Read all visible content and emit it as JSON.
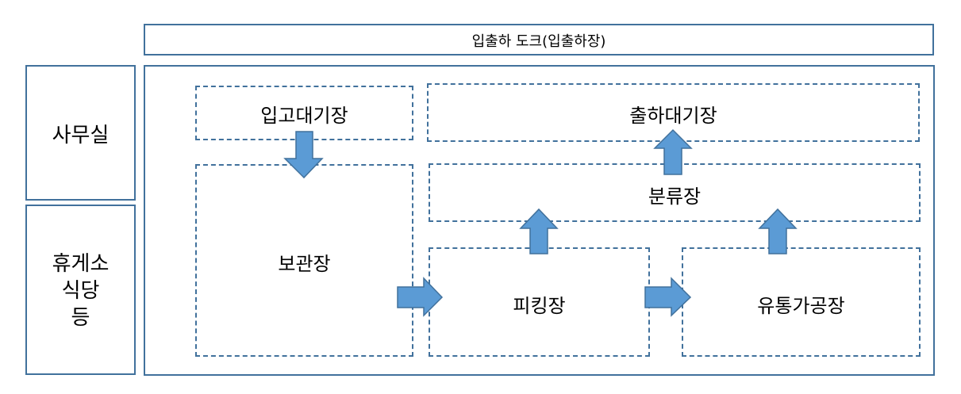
{
  "dock": {
    "label": "입출하 도크(입출하장)"
  },
  "office": {
    "label": "사무실"
  },
  "lounge": {
    "label_lines": [
      "휴게소",
      "식당",
      "등"
    ]
  },
  "zones": {
    "receiving_wait": "입고대기장",
    "shipping_wait": "출하대기장",
    "storage": "보관장",
    "sorting": "분류장",
    "picking": "피킹장",
    "processing": "유통가공장"
  },
  "colors": {
    "border": "#41719c",
    "arrow_fill": "#5b9bd5",
    "arrow_stroke": "#41719c"
  }
}
